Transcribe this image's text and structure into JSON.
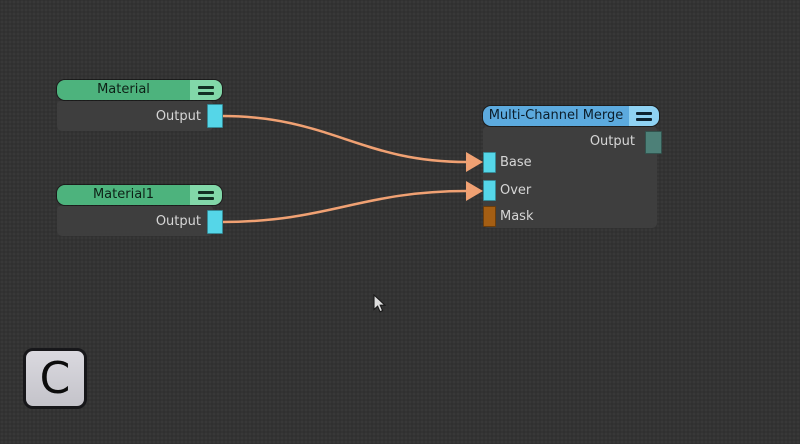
{
  "nodes": {
    "material": {
      "title": "Material",
      "output_label": "Output",
      "menu_icon": "hamburger-icon",
      "header_color": "#4db37d",
      "header_cap_color": "#82d8a9",
      "output_port_color": "#55d6e8"
    },
    "material1": {
      "title": "Material1",
      "output_label": "Output",
      "menu_icon": "hamburger-icon",
      "header_color": "#4db37d",
      "header_cap_color": "#82d8a9",
      "output_port_color": "#55d6e8"
    },
    "merge": {
      "title": "Multi-Channel Merge",
      "output_label": "Output",
      "menu_icon": "hamburger-icon",
      "header_color": "#5caade",
      "header_cap_color": "#8fd2f3",
      "output_port_color": "#4d8078",
      "inputs": [
        {
          "label": "Base",
          "port_color": "#55d6e8"
        },
        {
          "label": "Over",
          "port_color": "#55d6e8"
        },
        {
          "label": "Mask",
          "port_color": "#a45e13"
        }
      ]
    }
  },
  "connections": [
    {
      "from": "Material.Output",
      "to": "Multi-Channel Merge.Base",
      "color": "#f0a173"
    },
    {
      "from": "Material1.Output",
      "to": "Multi-Channel Merge.Over",
      "color": "#f0a173"
    }
  ],
  "key_overlay": {
    "label": "C"
  },
  "colors": {
    "canvas_background": "#333333",
    "node_body": "#3e3e3e",
    "node_text": "#d6d6d6",
    "wire": "#f0a173"
  }
}
